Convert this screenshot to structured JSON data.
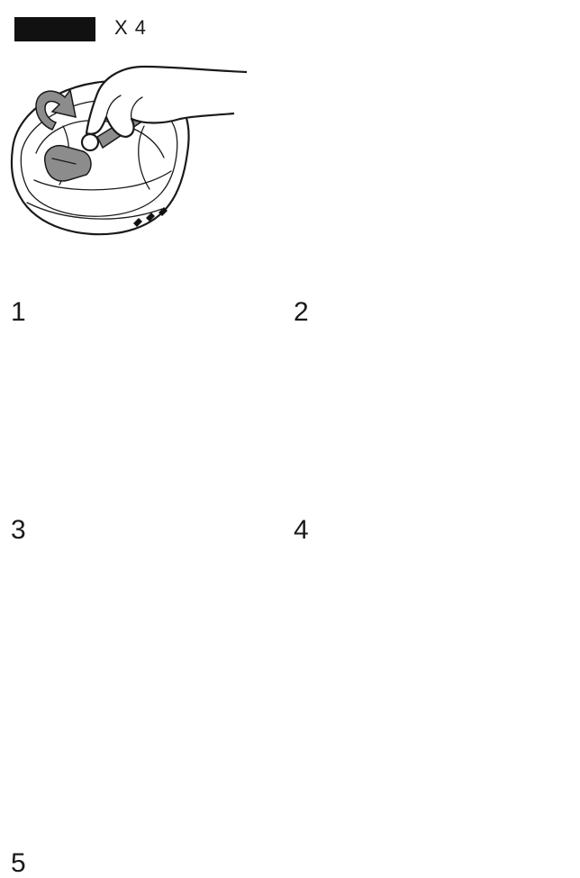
{
  "header": {
    "quantity_label": "X 4"
  },
  "steps": [
    {
      "number": "1"
    },
    {
      "number": "2"
    },
    {
      "number": "3"
    },
    {
      "number": "4"
    },
    {
      "number": "5"
    }
  ],
  "colors": {
    "ink": "#1a1a1a",
    "pad_strip": "#111111",
    "buckle": "#8c8c8c",
    "background": "#ffffff"
  }
}
